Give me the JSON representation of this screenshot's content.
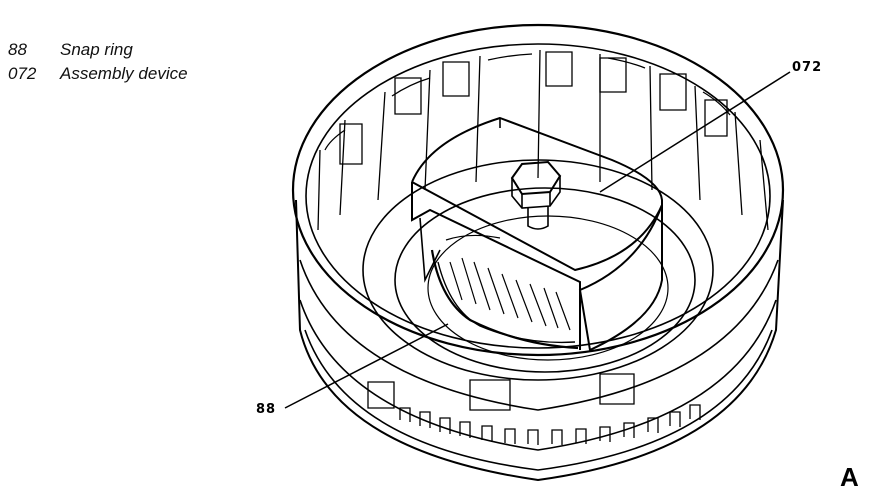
{
  "legend": {
    "items": [
      {
        "number": "88",
        "label": "Snap ring"
      },
      {
        "number": "072",
        "label": "Assembly device"
      }
    ]
  },
  "callouts": {
    "device": "072",
    "snap_ring": "88"
  },
  "figure_letter": "A"
}
